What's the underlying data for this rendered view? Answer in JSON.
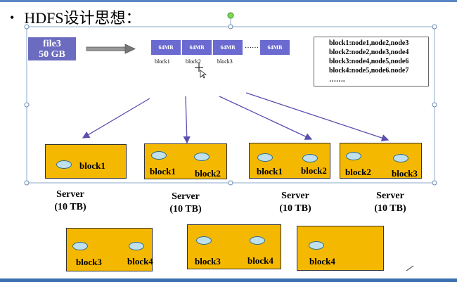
{
  "title": "HDFS设计思想：",
  "file": {
    "name": "file3",
    "size": "50 GB"
  },
  "chunks": [
    {
      "size": "64MB",
      "label": "block1"
    },
    {
      "size": "64MB",
      "label": "block2"
    },
    {
      "size": "64MB",
      "label": "block3"
    },
    {
      "size": "64MB",
      "label": ""
    }
  ],
  "ellipsis": "……",
  "mapping": [
    "block1:node1,node2,node3",
    "block2:node2,node3,node4",
    "block3:node4,node5,node6",
    "block4:node5,node6.node7",
    "……."
  ],
  "servers_top": [
    {
      "blocks": [
        "block1"
      ],
      "label": "Server",
      "capacity": "(10 TB)"
    },
    {
      "blocks": [
        "block1",
        "block2"
      ],
      "label": "Server",
      "capacity": "(10 TB)"
    },
    {
      "blocks": [
        "block1",
        "block2"
      ],
      "label": "Server",
      "capacity": "(10 TB)"
    },
    {
      "blocks": [
        "block2",
        "block3"
      ],
      "label": "Server",
      "capacity": "(10 TB)"
    }
  ],
  "servers_bottom": [
    {
      "blocks": [
        "block3",
        "block4"
      ]
    },
    {
      "blocks": [
        "block3",
        "block4"
      ]
    },
    {
      "blocks": [
        "block4"
      ]
    }
  ],
  "colors": {
    "chunk": "#6a6ad0",
    "file": "#6b6bbf",
    "server": "#f5b800",
    "arrow": "#5a4fb0"
  }
}
